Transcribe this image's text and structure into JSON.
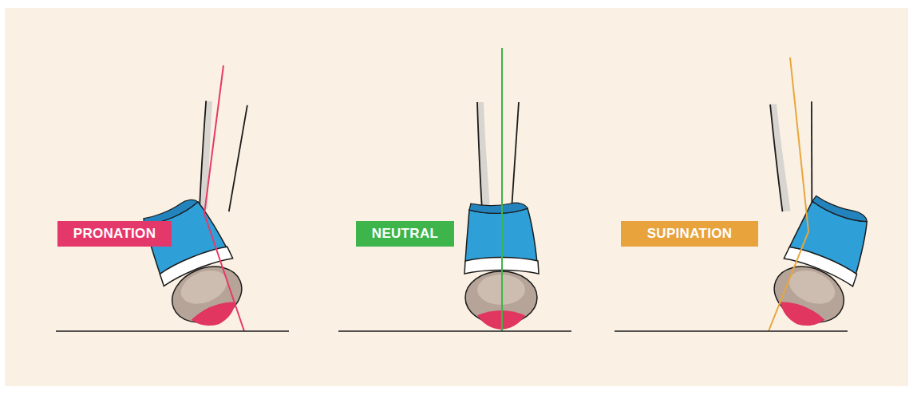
{
  "diagram": {
    "nodes": [
      {
        "text": [
          "PRONATION"
        ]
      },
      {
        "text": [
          "NEUTRAL"
        ]
      },
      {
        "text": [
          "SUPINATION"
        ]
      }
    ]
  }
}
